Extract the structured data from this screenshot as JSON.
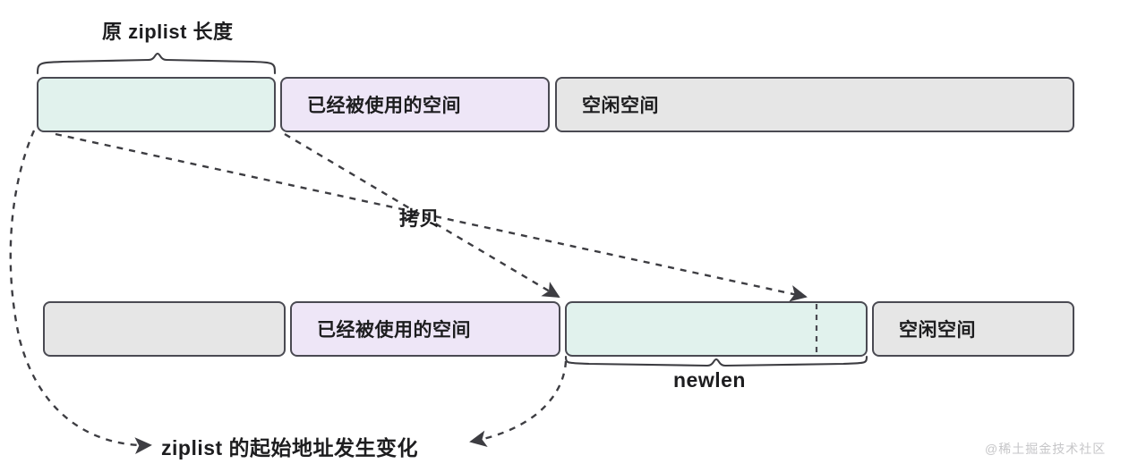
{
  "diagram": {
    "title_top": "原 ziplist 长度",
    "copy_label": "拷贝",
    "newlen_label": "newlen",
    "start_address_label": "ziplist 的起始地址发生变化",
    "watermark": "@稀土掘金技术社区",
    "colors": {
      "mint": "#e1f2ed",
      "lilac": "#eee6f7",
      "gray": "#e6e6e6",
      "stroke": "#4a4a52",
      "arrow": "#3d3d42",
      "text": "#1d1d1f",
      "watermark": "#c6c6c8"
    },
    "rows": [
      {
        "name": "before-row",
        "segments": [
          {
            "name": "ziplist-original-region",
            "label": "",
            "fill": "mint"
          },
          {
            "name": "used-space-region",
            "label": "已经被使用的空间",
            "fill": "lilac"
          },
          {
            "name": "free-space-region",
            "label": "空闲空间",
            "fill": "gray"
          }
        ]
      },
      {
        "name": "after-row",
        "segments": [
          {
            "name": "old-region-released",
            "label": "",
            "fill": "gray"
          },
          {
            "name": "used-space-region",
            "label": "已经被使用的空间",
            "fill": "lilac"
          },
          {
            "name": "ziplist-new-region",
            "label": "",
            "fill": "mint"
          },
          {
            "name": "free-space-region",
            "label": "空闲空间",
            "fill": "gray"
          }
        ]
      }
    ]
  }
}
